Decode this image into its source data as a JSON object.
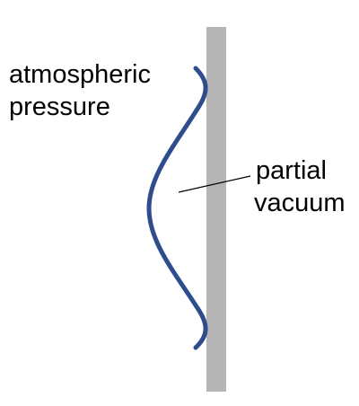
{
  "labels": {
    "atmospheric_line1": "atmospheric",
    "atmospheric_line2": "pressure",
    "vacuum_line1": "partial",
    "vacuum_line2": "vacuum"
  },
  "colors": {
    "wall": "#b5b5b5",
    "membrane": "#2f4c8c",
    "leader": "#000000",
    "text": "#000000"
  }
}
